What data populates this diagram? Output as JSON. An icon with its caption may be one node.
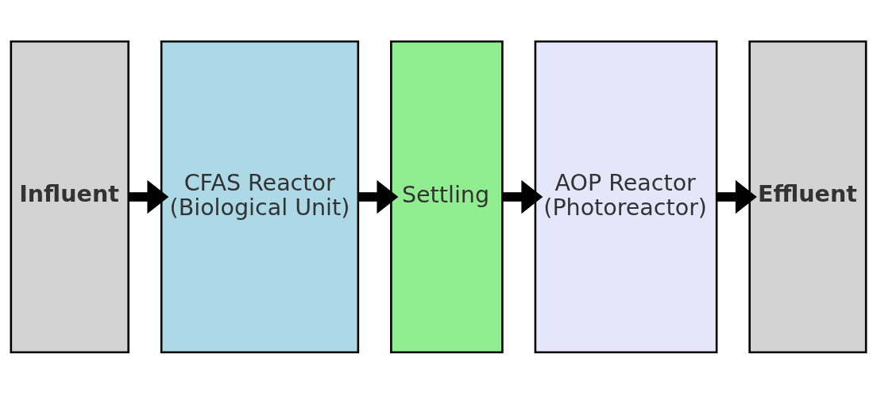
{
  "diagram": {
    "nodes": [
      {
        "text": [
          "Influent"
        ]
      },
      {
        "text": [
          "CFAS Reactor (Biological Unit)"
        ]
      },
      {
        "text": [
          "Settling"
        ]
      },
      {
        "text": [
          "AOP Reactor (Photoreactor)"
        ]
      },
      {
        "text": [
          "Effluent"
        ]
      }
    ],
    "edges": [
      {
        "from": 0,
        "to": 1,
        "arrow": "to"
      },
      {
        "from": 1,
        "to": 2,
        "arrow": "to"
      },
      {
        "from": 2,
        "to": 3,
        "arrow": "to"
      },
      {
        "from": 3,
        "to": 4,
        "arrow": "to"
      }
    ]
  }
}
